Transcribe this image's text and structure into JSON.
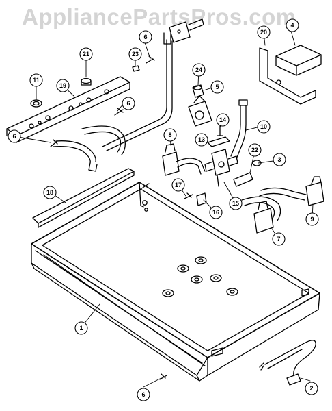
{
  "watermark": "AppliancePartsPros.com",
  "callouts": [
    {
      "id": "c-1",
      "label": "1"
    },
    {
      "id": "c-2",
      "label": "2"
    },
    {
      "id": "c-3",
      "label": "3"
    },
    {
      "id": "c-4",
      "label": "4"
    },
    {
      "id": "c-5",
      "label": "5"
    },
    {
      "id": "c-6a",
      "label": "6"
    },
    {
      "id": "c-6b",
      "label": "6"
    },
    {
      "id": "c-6c",
      "label": "6"
    },
    {
      "id": "c-6d",
      "label": "6"
    },
    {
      "id": "c-7",
      "label": "7"
    },
    {
      "id": "c-8",
      "label": "8"
    },
    {
      "id": "c-9",
      "label": "9"
    },
    {
      "id": "c-10",
      "label": "10"
    },
    {
      "id": "c-11",
      "label": "11"
    },
    {
      "id": "c-13",
      "label": "13"
    },
    {
      "id": "c-14",
      "label": "14"
    },
    {
      "id": "c-15",
      "label": "15"
    },
    {
      "id": "c-16",
      "label": "16"
    },
    {
      "id": "c-17",
      "label": "17"
    },
    {
      "id": "c-18",
      "label": "18"
    },
    {
      "id": "c-19",
      "label": "19"
    },
    {
      "id": "c-20",
      "label": "20"
    },
    {
      "id": "c-21",
      "label": "21"
    },
    {
      "id": "c-22",
      "label": "22"
    },
    {
      "id": "c-23",
      "label": "23"
    },
    {
      "id": "c-24",
      "label": "24"
    }
  ]
}
